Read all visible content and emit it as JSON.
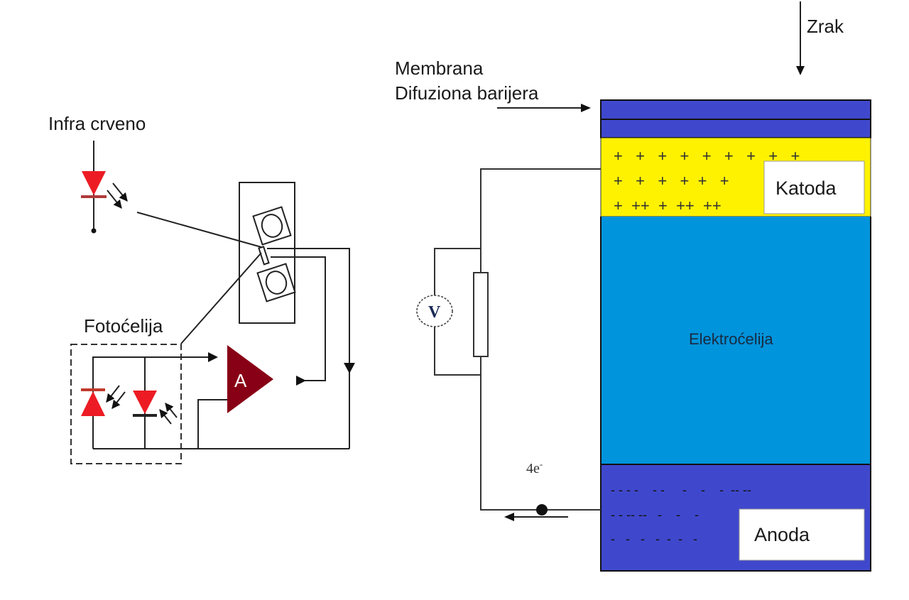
{
  "left_diagram": {
    "infrared_label": "Infra crveno",
    "photocell_label": "Fotoćelija",
    "amplifier_label": "A"
  },
  "right_diagram": {
    "air_label": "Zrak",
    "membrane_label": "Membrana",
    "diffusion_barrier_label": "Difuziona barijera",
    "cathode_label": "Katoda",
    "electrolyte_label": "Elektroćelija",
    "anode_label": "Anoda",
    "voltmeter_label": "V",
    "electrons_label": "4e",
    "electrons_superscript": "-",
    "cathode_charges": [
      "+   +   +   +   +   +   +   +   +",
      "+   +   +   +  +   +",
      "+  ++  +  ++  ++"
    ],
    "anode_charges": [
      "- - - -    - -     -    -    -  -- --",
      "- - -- --   -    -    -",
      "-   -   -   -  -  -   -"
    ]
  },
  "colors": {
    "membrane": "#3f48cc",
    "cathode": "#fff200",
    "electrolyte": "#0094dc",
    "anode": "#3f48cc",
    "led_red": "#ed1c24",
    "amplifier": "#880015",
    "line": "#222222"
  }
}
